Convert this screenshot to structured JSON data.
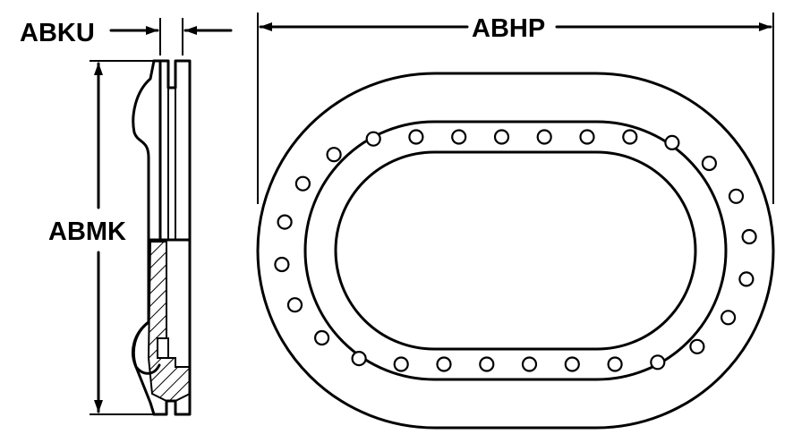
{
  "dimensions": {
    "thickness": "ABKU",
    "overall_length": "ABHP",
    "overall_height": "ABMK"
  },
  "diagram": {
    "bolt_hole_count": 28,
    "colors": {
      "line": "#000000",
      "background": "#ffffff"
    }
  }
}
